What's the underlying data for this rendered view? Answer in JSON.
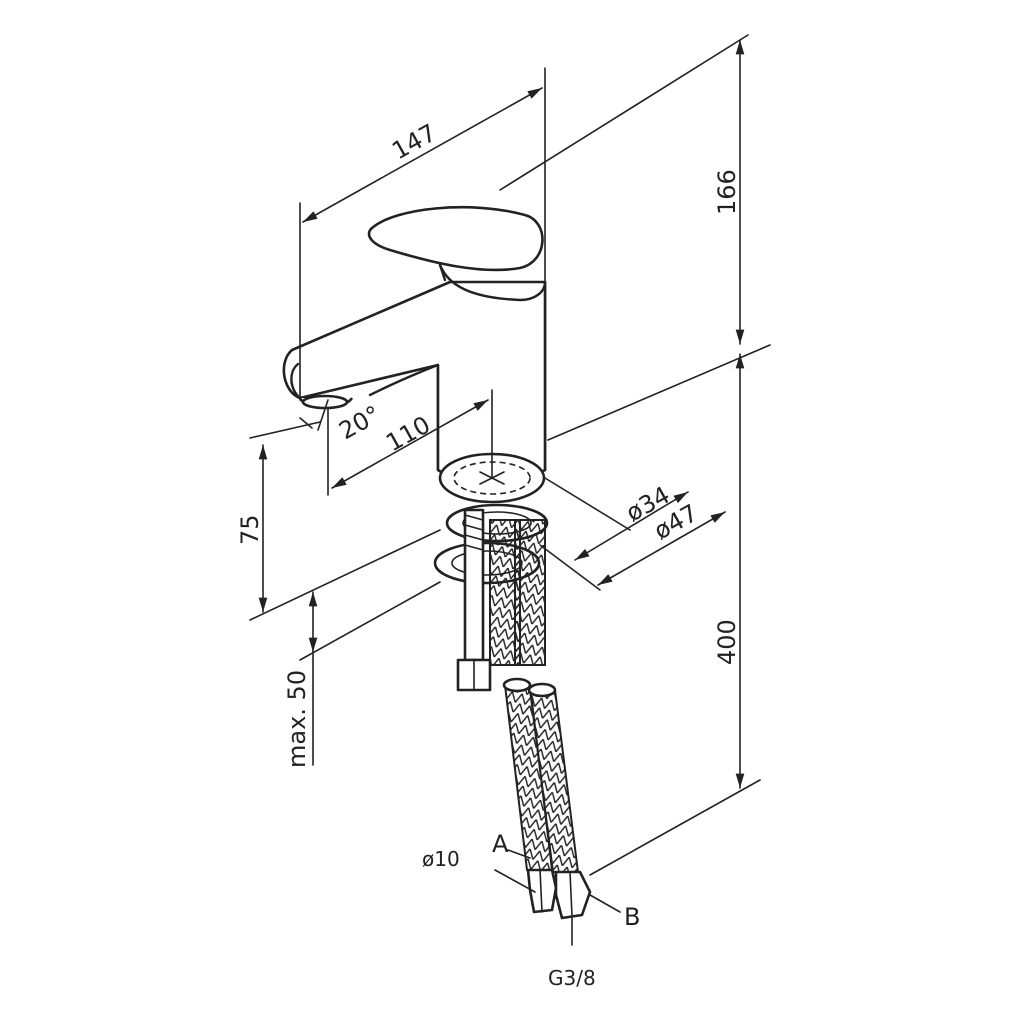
{
  "dimensions": {
    "width_147": "147",
    "height_166": "166",
    "angle": "20°",
    "reach_110": "110",
    "height_75": "75",
    "diameter_34": "ø34",
    "diameter_47": "ø47",
    "hose_400": "400",
    "max_50": "max. 50",
    "diameter_10": "ø10"
  },
  "callouts": {
    "a": "A",
    "b": "B",
    "thread": "G3/8"
  }
}
